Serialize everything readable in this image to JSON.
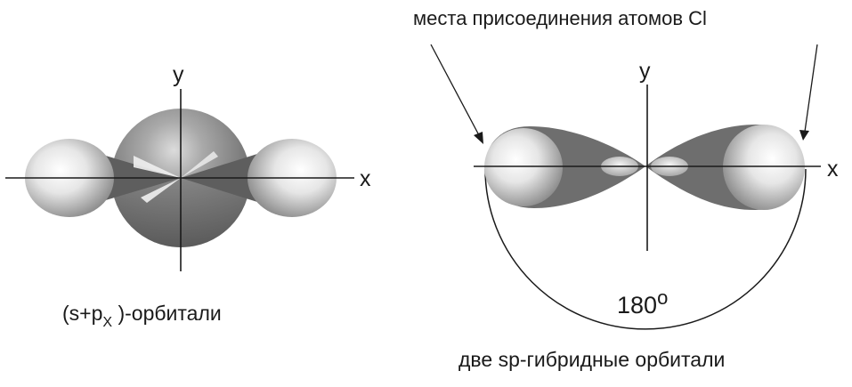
{
  "left": {
    "axis_y": "y",
    "axis_x": "x",
    "caption_prefix": "(s+p",
    "caption_subscript": "X",
    "caption_suffix": " )-орбитали"
  },
  "right": {
    "axis_y": "y",
    "axis_x": "x",
    "top_label": "места присоединения атомов Cl",
    "angle_value": "180",
    "angle_unit": "o",
    "caption": "две sp-гибридные орбитали"
  },
  "colors": {
    "background": "#ffffff",
    "line": "#1a1a1a",
    "dark_lobe": "#6b6b6b",
    "light_lobe": "#e8e8e8"
  }
}
